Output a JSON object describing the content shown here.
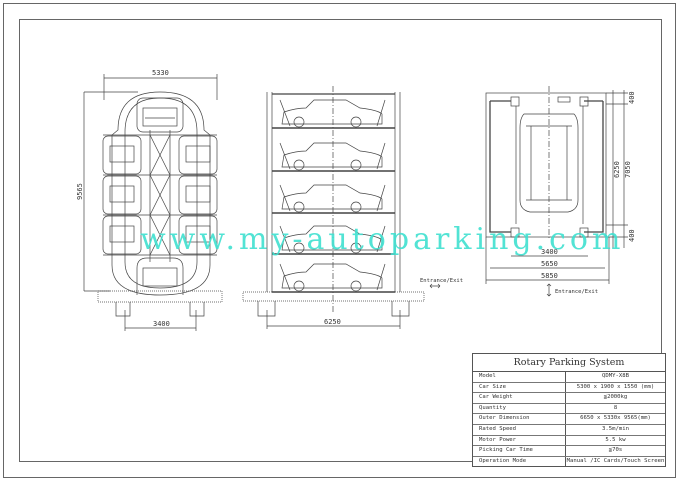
{
  "drawing": {
    "side_view_left": {
      "width_dim": "5330",
      "height_dim": "9565",
      "base_dim": "3400"
    },
    "front_view": {
      "width_dim": "6250",
      "entrance_label": "Entrance/Exit"
    },
    "plan_view": {
      "dims_bottom": [
        "3400",
        "5650",
        "5850"
      ],
      "dims_right": [
        "400",
        "6250",
        "7050",
        "400"
      ],
      "entrance_label": "Entrance/Exit"
    }
  },
  "watermark": "www.my-autoparking.com",
  "spec_table": {
    "title": "Rotary Parking System",
    "rows": [
      {
        "label": "Model",
        "value": "QDMY-X8B"
      },
      {
        "label": "Car Size",
        "value": "5300 x 1900 x 1550 (mm)"
      },
      {
        "label": "Car Weight",
        "value": "≦2000kg"
      },
      {
        "label": "Quantity",
        "value": "8"
      },
      {
        "label": "Outer Dimension",
        "value": "6650 x 5330x 9565(mm)"
      },
      {
        "label": "Rated Speed",
        "value": "3.5m/min"
      },
      {
        "label": "Motor Power",
        "value": "5.5 kw"
      },
      {
        "label": "Picking Car Time",
        "value": "≦70s"
      },
      {
        "label": "Operation Mode",
        "value": "Manual /IC Cards/Touch Screen"
      }
    ]
  },
  "colors": {
    "line": "#444444",
    "watermark": "#40e0d0"
  }
}
